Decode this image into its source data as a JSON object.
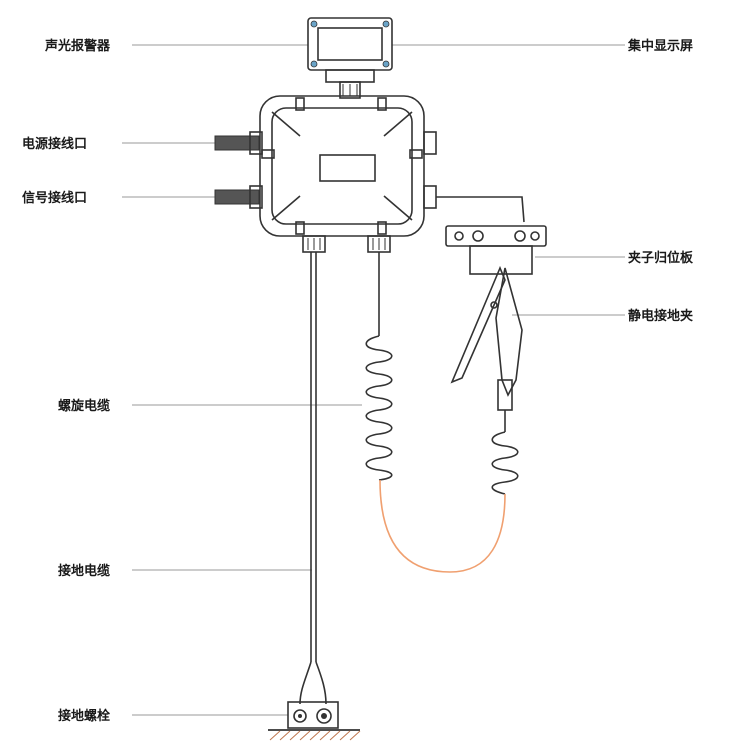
{
  "labels": {
    "alarm": "声光报警器",
    "display": "集中显示屏",
    "power_port": "电源接线口",
    "signal_port": "信号接线口",
    "clip_plate": "夹子归位板",
    "ground_clip": "静电接地夹",
    "spiral_cable": "螺旋电缆",
    "ground_cable": "接地电缆",
    "ground_bolt": "接地螺栓"
  },
  "colors": {
    "orange_cable": "#f0a070",
    "line": "#333333",
    "leader": "#9a9a9a",
    "ground_hatch": "#c07850"
  }
}
